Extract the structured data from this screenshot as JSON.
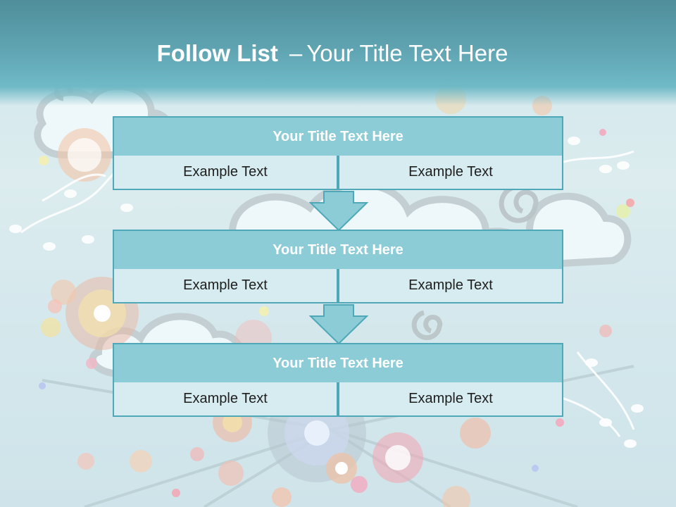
{
  "slide": {
    "title_strong": "Follow List",
    "title_dash": "–",
    "title_rest": "Your Title Text Here"
  },
  "blocks": [
    {
      "title": "Your Title Text Here",
      "left_text": "Example Text",
      "right_text": "Example Text"
    },
    {
      "title": "Your Title Text Here",
      "left_text": "Example Text",
      "right_text": "Example Text"
    },
    {
      "title": "Your Title Text Here",
      "left_text": "Example Text",
      "right_text": "Example Text"
    }
  ],
  "colors": {
    "banner": "#5fa3b1",
    "header_fill": "#8cccd6",
    "cell_fill": "#d6ecf0",
    "border": "#4fa8b8",
    "arrow_fill": "#8cccd6"
  }
}
